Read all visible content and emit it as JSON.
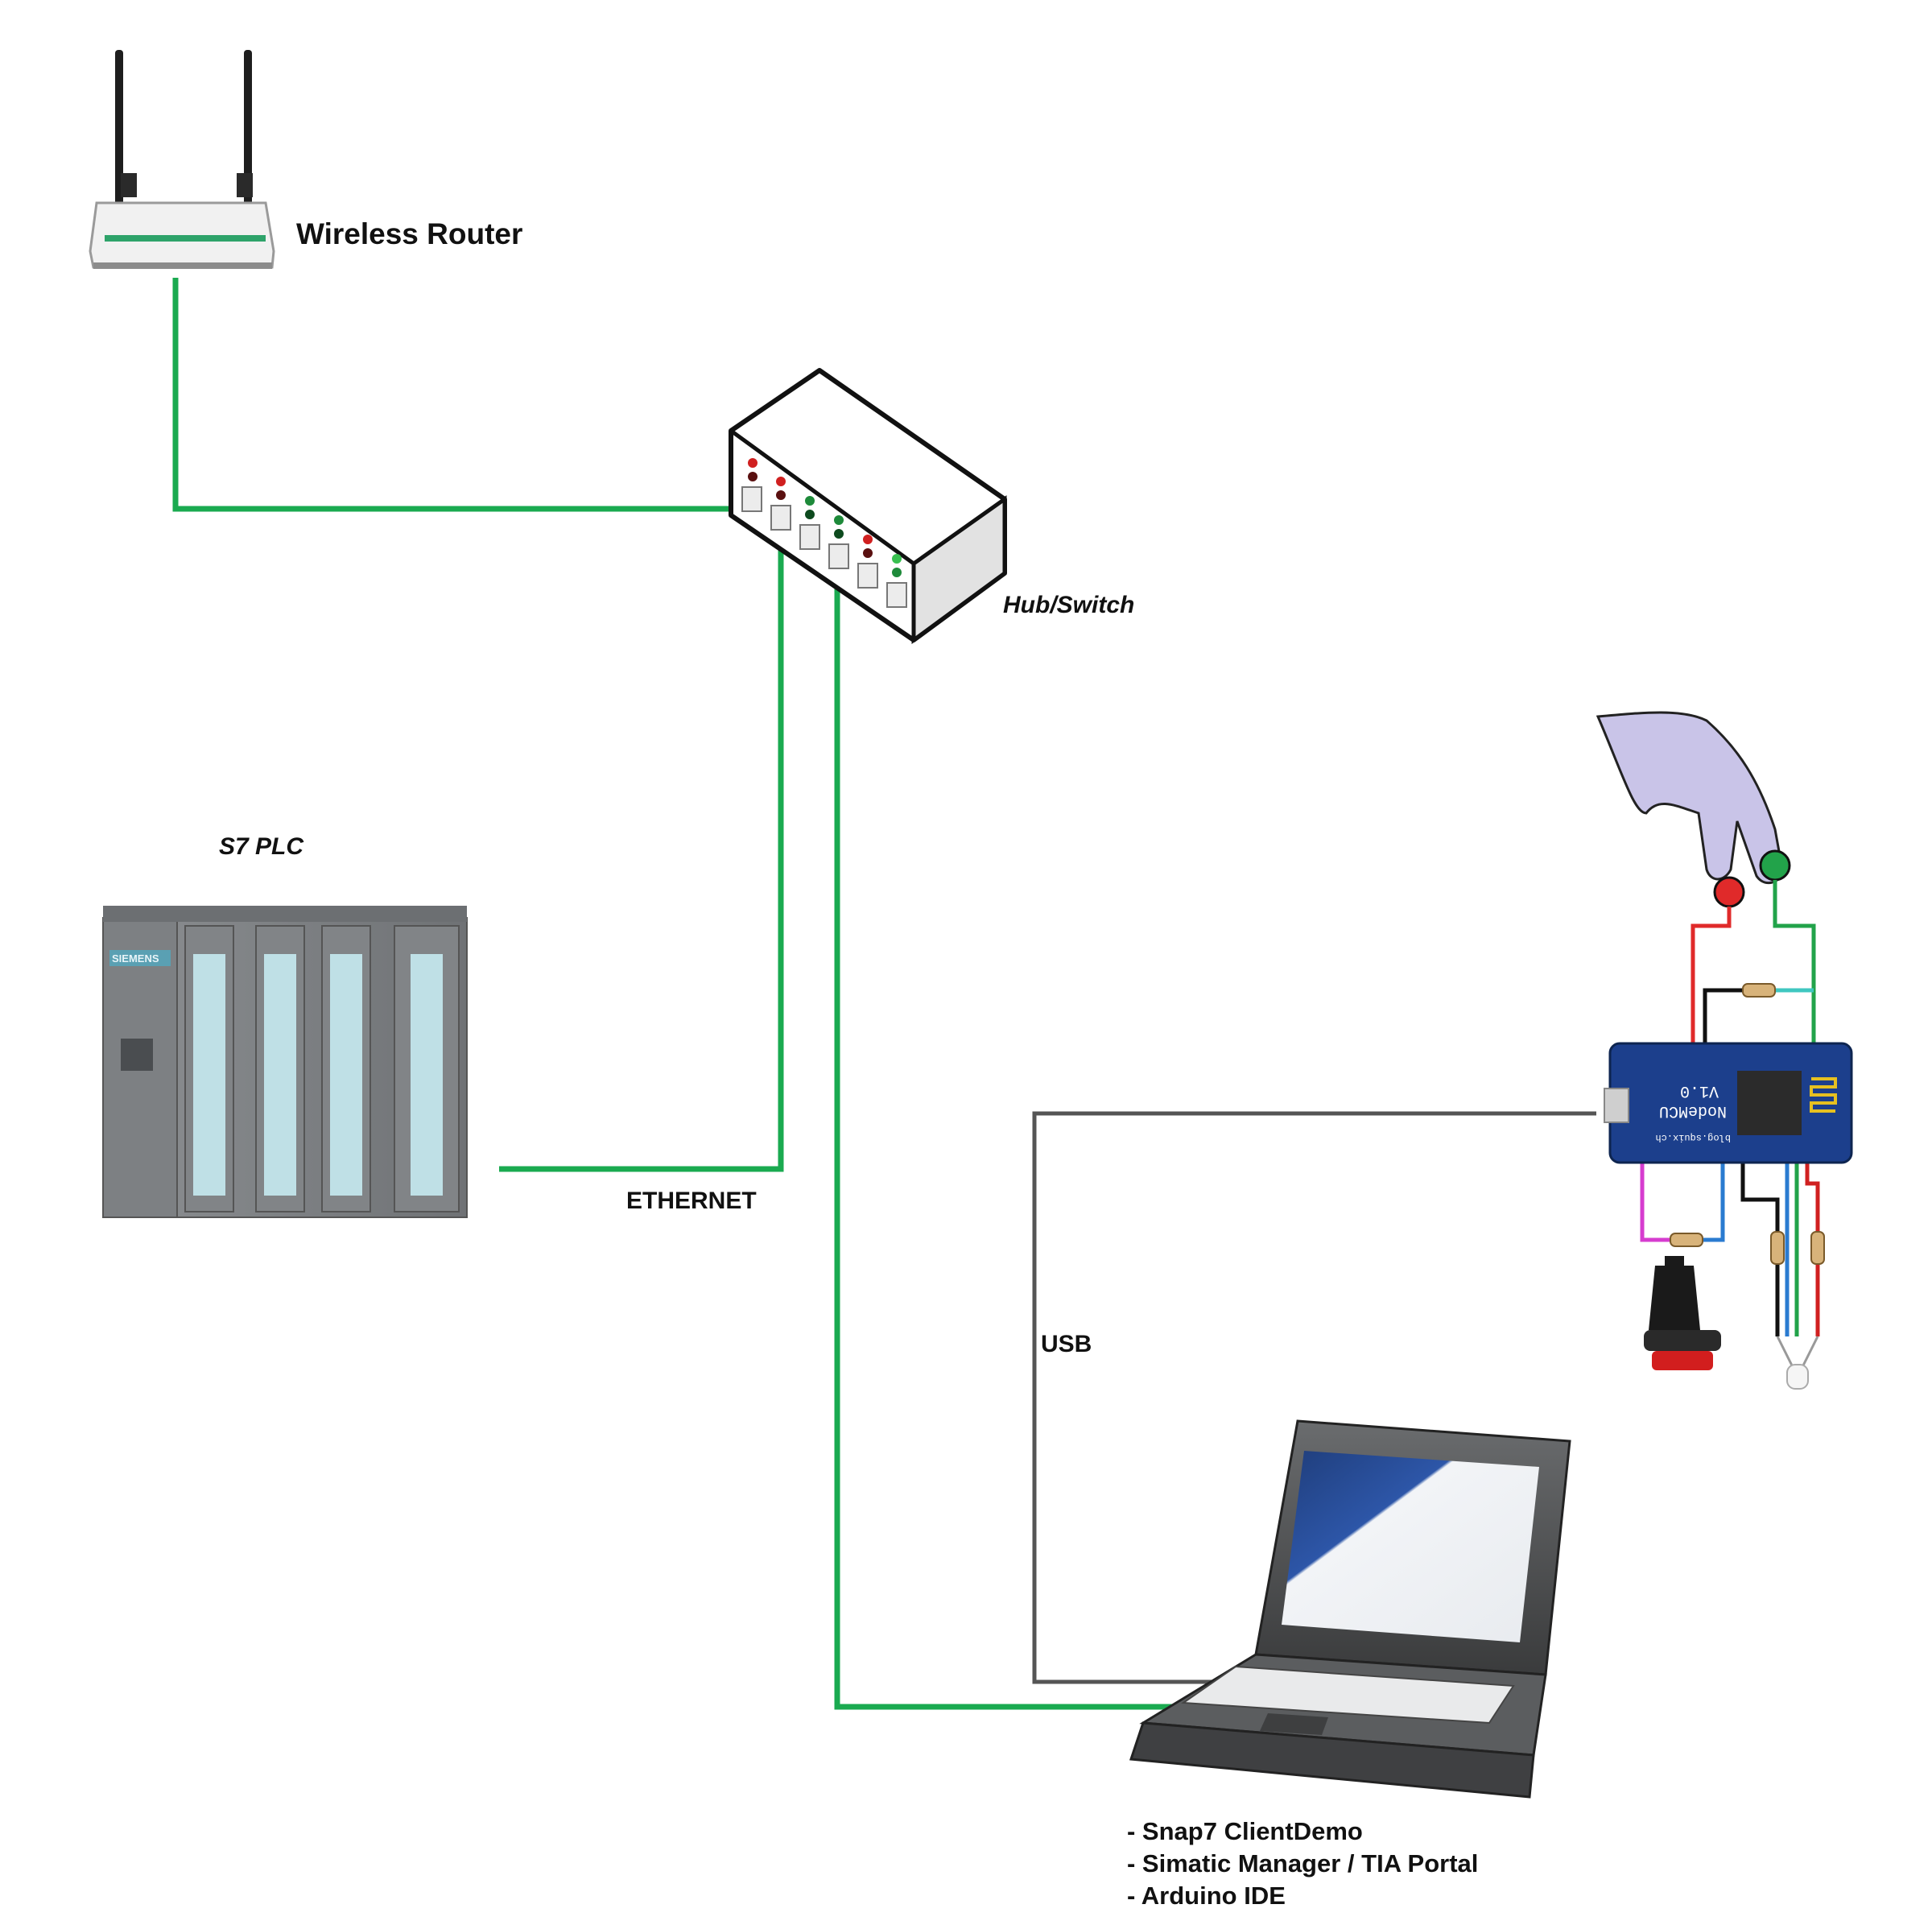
{
  "labels": {
    "router": "Wireless Router",
    "switch": "Hub/Switch",
    "plc": "S7 PLC",
    "ethernet": "ETHERNET",
    "usb": "USB"
  },
  "plc": {
    "brand": "SIEMENS"
  },
  "board": {
    "name": "NodeMCU",
    "version": "V1.0",
    "site": "blog.squix.ch"
  },
  "laptop_software": [
    "- Snap7 ClientDemo",
    "- Simatic Manager / TIA Portal",
    "- Arduino IDE"
  ],
  "colors": {
    "ethernet_cable": "#1aaa50",
    "usb_cable": "#555555",
    "board_blue": "#1c3f8c",
    "finger": "#c9c4e8",
    "button_red": "#e02a2a",
    "button_green": "#22a34a"
  }
}
